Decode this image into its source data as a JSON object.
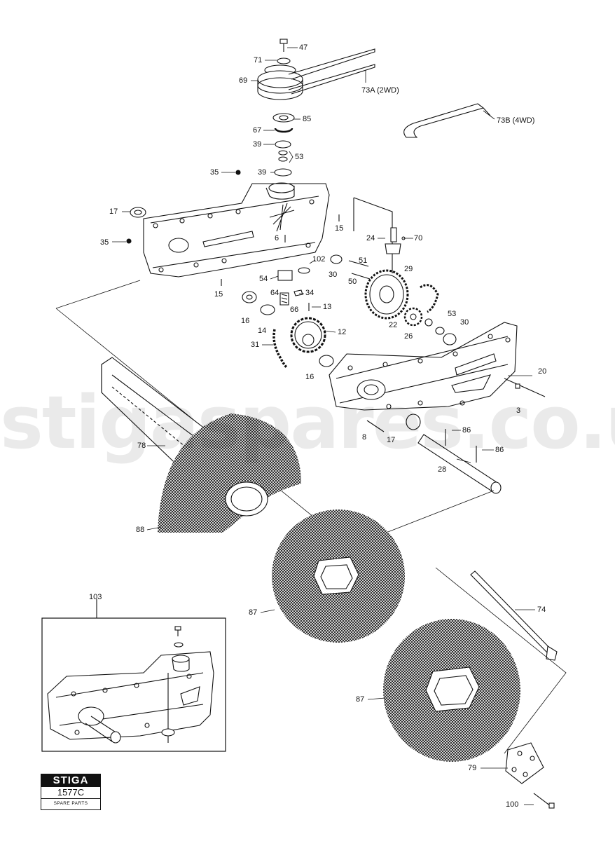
{
  "labels": {
    "p47": "47",
    "p71": "71",
    "p69": "69",
    "p73a": "73A (2WD)",
    "p73b": "73B (4WD)",
    "p85": "85",
    "p67": "67",
    "p39a": "39",
    "p53a": "53",
    "p39b": "39",
    "p35a": "35",
    "p17a": "17",
    "p15a": "15",
    "p35b": "35",
    "p6": "6",
    "p24": "24",
    "p70": "70",
    "p102": "102",
    "p30a": "30",
    "p51": "51",
    "p50": "50",
    "p29": "29",
    "p54": "54",
    "p15b": "15",
    "p64": "64",
    "p34": "34",
    "p66": "66",
    "p13": "13",
    "p16a": "16",
    "p14": "14",
    "p12": "12",
    "p22": "22",
    "p53b": "53",
    "p26": "26",
    "p30b": "30",
    "p31": "31",
    "p16b": "16",
    "p20": "20",
    "p3": "3",
    "p78": "78",
    "p8": "8",
    "p17b": "17",
    "p86a": "86",
    "p86b": "86",
    "p28": "28",
    "p88": "88",
    "p87a": "87",
    "p74": "74",
    "p103": "103",
    "p87b": "87",
    "p79": "79",
    "p100": "100"
  },
  "watermark": "stigaspares.co.uk",
  "brand": {
    "logo": "STIGA",
    "code": "1577C",
    "subtitle": "SPARE PARTS"
  }
}
